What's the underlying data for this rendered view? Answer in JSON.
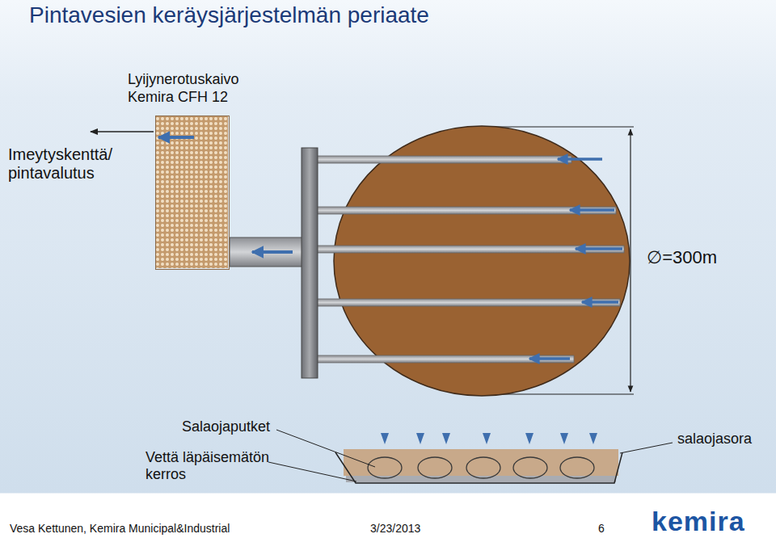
{
  "diagram": {
    "title": "Pintavesien keräysjärjestelmän periaate",
    "nodes": [
      {
        "text": [
          "Lyijynerotuskaivo Kemira CFH 12"
        ]
      }
    ],
    "labels": [
      "Imeytyskenttä/ pintavalutus",
      "∅=300m",
      "Salaojaputket",
      "Vettä läpäisemätön kerros",
      "salaojasora",
      "Vesa Kettunen, Kemira Municipal&Industrial",
      "3/23/2013",
      "6",
      "kemira"
    ]
  }
}
